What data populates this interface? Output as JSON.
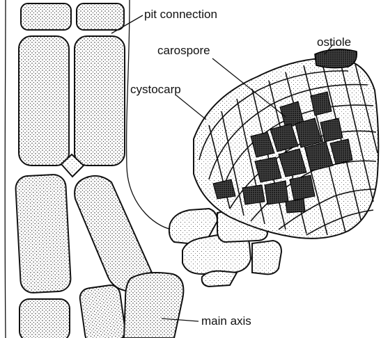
{
  "labels": {
    "pit_connection": "pit connection",
    "carospore": "carospore",
    "ostiole": "ostiole",
    "cystocarp": "cystocarp",
    "main_axis": "main axis"
  },
  "colors": {
    "ink": "#111111",
    "background": "#ffffff"
  }
}
